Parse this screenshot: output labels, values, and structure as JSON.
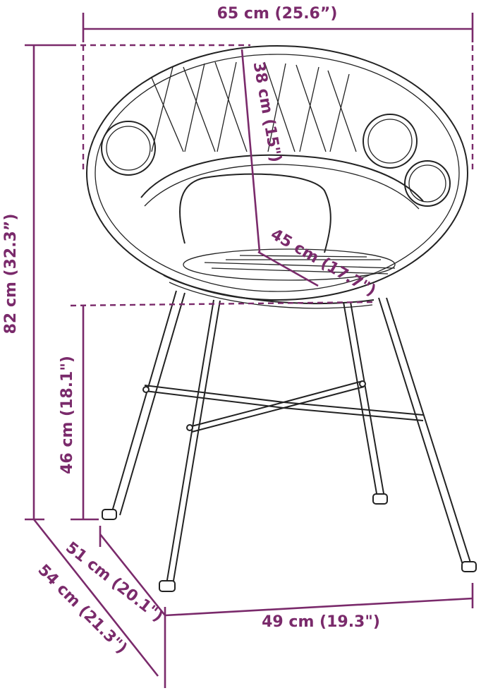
{
  "colors": {
    "accent": "#7a2a6b",
    "ink": "#222222"
  },
  "dimensions": {
    "width_top": "65 cm (25.6”)",
    "height_total": "82 cm (32.3”)",
    "backrest_height": "38 cm (15\")",
    "seat_depth": "45 cm (17.7\")",
    "seat_height": "46 cm (18.1\")",
    "depth_legs": "51 cm (20.1\")",
    "depth_total": "54 cm (21.3\")",
    "width_legs": "49 cm (19.3\")"
  }
}
